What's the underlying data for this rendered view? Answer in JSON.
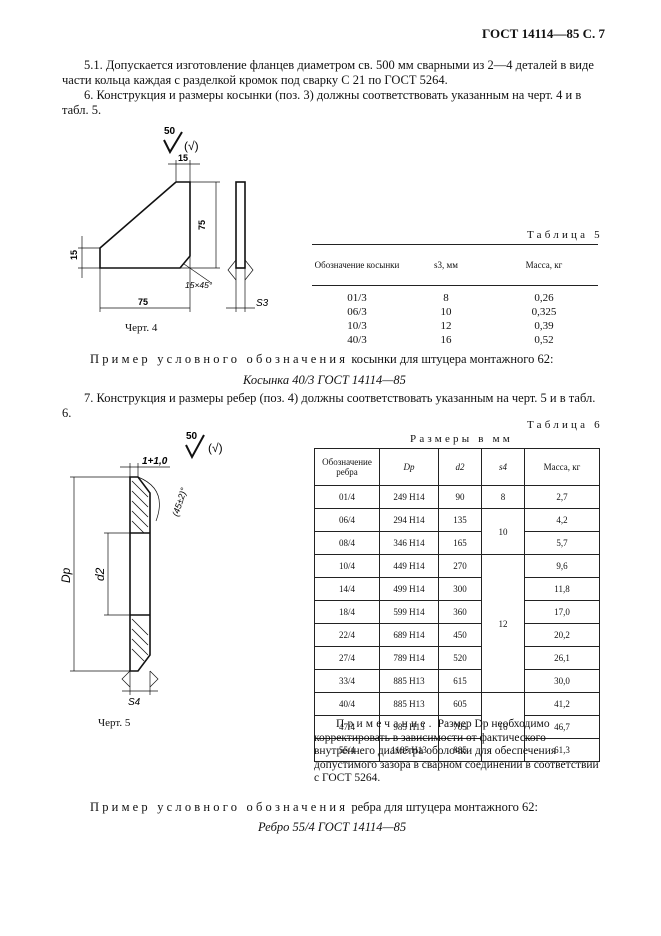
{
  "header": "ГОСТ 14114—85 С. 7",
  "para_5_1": "5.1. Допускается изготовление фланцев диаметром св. 500 мм сварными из 2—4 деталей в виде части кольца каждая с разделкой кромок под сварку С 21 по ГОСТ 5264.",
  "para_6": "6. Конструкция и размеры косынки (поз. 3) должны соответствовать указанным на черт. 4 и в табл. 5.",
  "fig4": {
    "caption": "Черт. 4",
    "roughness": "50",
    "roughness_paren": "(√)",
    "dim_top": "15",
    "dim_height": "75",
    "dim_left": "15",
    "dim_chamfer": "15×45°",
    "dim_bottom": "75",
    "dim_thickness": "S3"
  },
  "table5": {
    "title": "Таблица 5",
    "headers": [
      "Обозначение косынки",
      "s3, мм",
      "Масса, кг"
    ],
    "rows": [
      [
        "01/3",
        "8",
        "0,26"
      ],
      [
        "06/3",
        "10",
        "0,325"
      ],
      [
        "10/3",
        "12",
        "0,39"
      ],
      [
        "40/3",
        "16",
        "0,52"
      ]
    ]
  },
  "example1_label": "Пример условного обозначения",
  "example1_text": "косынки для штуцера монтажного 62:",
  "example1_code": "Косынка 40/3 ГОСТ 14114—85",
  "para_7": "7. Конструкция и размеры ребер (поз. 4) должны соответствовать указанным на черт. 5 и в табл. 6.",
  "fig5": {
    "caption": "Черт. 5",
    "roughness": "50",
    "roughness_paren": "(√)",
    "dim_top": "1+1,0",
    "dim_angle": "(45±2)°",
    "dim_dp": "Dp",
    "dim_d2": "d2",
    "dim_s4": "S4"
  },
  "table6": {
    "title": "Таблица 6",
    "subtitle": "Размеры в мм",
    "headers": [
      "Обозначение ребра",
      "Dp",
      "d2",
      "s4",
      "Масса, кг"
    ],
    "rows": [
      [
        "01/4",
        "249 H14",
        "90",
        "8",
        "2,7"
      ],
      [
        "06/4",
        "294 H14",
        "135",
        "",
        "4,2"
      ],
      [
        "08/4",
        "346 H14",
        "165",
        "",
        "5,7"
      ],
      [
        "10/4",
        "449 H14",
        "270",
        "",
        "9,6"
      ],
      [
        "14/4",
        "499 H14",
        "300",
        "",
        "11,8"
      ],
      [
        "18/4",
        "599 H14",
        "360",
        "",
        "17,0"
      ],
      [
        "22/4",
        "689 H14",
        "450",
        "",
        "20,2"
      ],
      [
        "27/4",
        "789 H14",
        "520",
        "",
        "26,1"
      ],
      [
        "33/4",
        "885 H13",
        "615",
        "",
        "30,0"
      ],
      [
        "40/4",
        "885 H13",
        "605",
        "",
        "41,2"
      ],
      [
        "47/4",
        "985 H13",
        "705",
        "",
        "46,7"
      ],
      [
        "55/4",
        "1185 H13",
        "885",
        "",
        "61,3"
      ]
    ],
    "s4_group_10": "10",
    "s4_group_12": "12",
    "s4_group_16": "16"
  },
  "note_label": "Примечание.",
  "note_text": "Размер Dp необходимо корректировать в зависимости от фактического внутреннего диаметра оболочки для обеспечения допустимого зазора в сварном соединении в соответствии с ГОСТ 5264.",
  "example2_label": "Пример условного обозначения",
  "example2_text": "ребра для штуцера монтажного 62:",
  "example2_code": "Ребро 55/4 ГОСТ 14114—85"
}
